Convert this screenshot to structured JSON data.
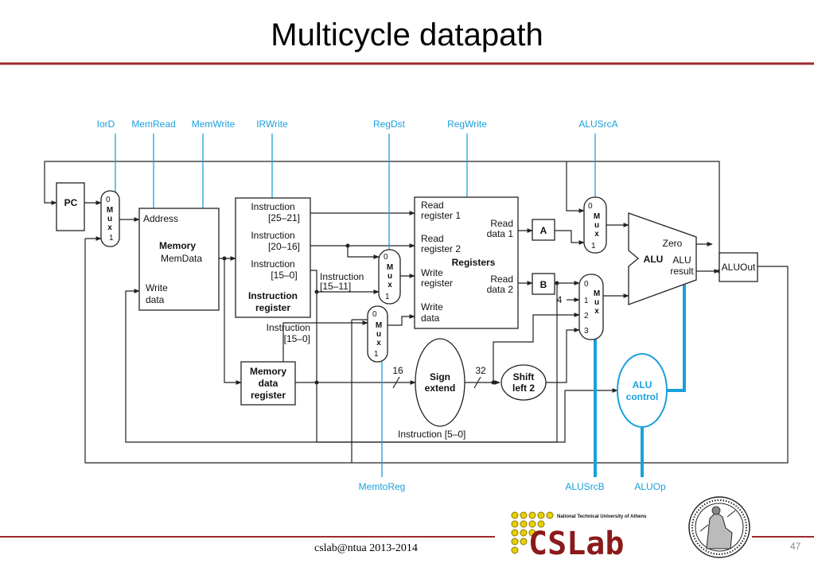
{
  "slide": {
    "title": "Multicycle datapath",
    "footer": "cslab@ntua 2013-2014",
    "page_number": "47",
    "logo": {
      "wordmark": "CSLab",
      "tagline": "National Technical University of Athens"
    }
  },
  "control_signals": {
    "iord": "IorD",
    "memread": "MemRead",
    "memwrite": "MemWrite",
    "irwrite": "IRWrite",
    "regdst": "RegDst",
    "regwrite": "RegWrite",
    "alusrca": "ALUSrcA",
    "memtoreg": "MemtoReg",
    "alusrcb": "ALUSrcB",
    "aluop": "ALUOp"
  },
  "blocks": {
    "pc": "PC",
    "memory": {
      "address": "Address",
      "title": "Memory",
      "memdata": "MemData",
      "write": "Write",
      "data": "data"
    },
    "ir": {
      "i1a": "Instruction",
      "i1b": "[25–21]",
      "i2a": "Instruction",
      "i2b": "[20–16]",
      "i3a": "Instruction",
      "i3b": "[15–0]",
      "t1": "Instruction",
      "t2": "register"
    },
    "mdr": {
      "l1": "Memory",
      "l2": "data",
      "l3": "register"
    },
    "registers": {
      "rr1a": "Read",
      "rr1b": "register 1",
      "rr2a": "Read",
      "rr2b": "register 2",
      "wra": "Write",
      "wrb": "register",
      "wda": "Write",
      "wdb": "data",
      "rd1a": "Read",
      "rd1b": "data 1",
      "rd2a": "Read",
      "rd2b": "data 2",
      "title": "Registers"
    },
    "a": "A",
    "b": "B",
    "alu": {
      "zero": "Zero",
      "name": "ALU",
      "result1": "ALU",
      "result2": "result"
    },
    "aluout": "ALUOut",
    "sign_extend": {
      "l1": "Sign",
      "l2": "extend"
    },
    "shift_left": {
      "l1": "Shift",
      "l2": "left 2"
    },
    "alu_control": {
      "l1": "ALU",
      "l2": "control"
    }
  },
  "muxes": {
    "mux_iord": {
      "in0": "0",
      "letters": [
        "M",
        "u",
        "x"
      ],
      "in1": "1"
    },
    "mux_regdst": {
      "in0": "0",
      "letters": [
        "M",
        "u",
        "x"
      ],
      "in1": "1"
    },
    "mux_memtoreg": {
      "in0": "0",
      "letters": [
        "M",
        "u",
        "x"
      ],
      "in1": "1"
    },
    "mux_alusrca": {
      "in0": "0",
      "letters": [
        "M",
        "u",
        "x"
      ],
      "in1": "1"
    },
    "mux_alusrcb": {
      "in0": "0",
      "in1": "1",
      "in2": "2",
      "in3": "3",
      "letters": [
        "M",
        "u",
        "x"
      ]
    }
  },
  "wire_labels": {
    "instr_15_11_a": "Instruction",
    "instr_15_11_b": "[15–11]",
    "instr_15_0_a": "Instruction",
    "instr_15_0_b": "[15–0]",
    "instr_5_0": "Instruction [5–0]",
    "bits16": "16",
    "bits32": "32",
    "const4": "4"
  }
}
